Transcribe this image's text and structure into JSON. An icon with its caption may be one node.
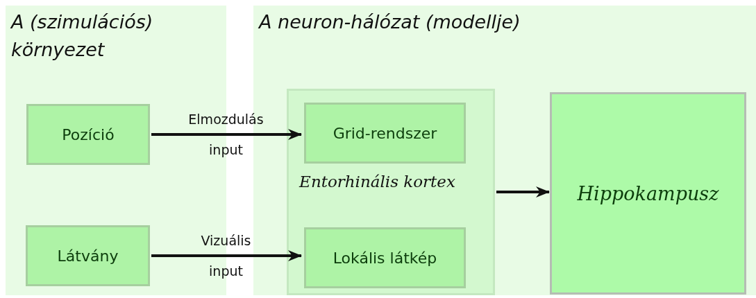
{
  "diagram": {
    "nodes": [
      {
        "text": [
          "A (szimulációs) környezet"
        ]
      },
      {
        "text": [
          "Pozíció"
        ],
        "in": 0
      },
      {
        "text": [
          "Látvány"
        ],
        "in": 0
      },
      {
        "text": [
          "A neuron-hálózat (modellje)"
        ]
      },
      {
        "text": [
          "Entorhinális kortex"
        ],
        "in": 3
      },
      {
        "text": [
          "Grid-rendszer"
        ],
        "in": 4
      },
      {
        "text": [
          "Lokális látkép"
        ],
        "in": 4
      },
      {
        "text": [
          "Hippokampusz"
        ],
        "in": 3
      }
    ],
    "edges": [
      {
        "from": 1,
        "to": 5,
        "arrow": "to",
        "label": "Elmozdulás input"
      },
      {
        "from": 2,
        "to": 6,
        "arrow": "to",
        "label": "Vizuális input"
      },
      {
        "from": 4,
        "to": 7,
        "arrow": "to"
      }
    ]
  }
}
